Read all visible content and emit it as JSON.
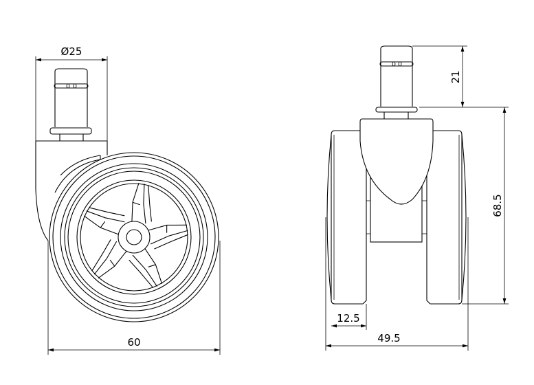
{
  "drawing": {
    "side_view": {
      "dimensions": {
        "stem_diameter": "Ø25",
        "overall_width": "60"
      }
    },
    "front_view": {
      "dimensions": {
        "stem_height": "21",
        "body_height": "68.5",
        "wheel_width": "12.5",
        "overall_width": "49.5"
      }
    },
    "spoke_count": 5,
    "line_color": "#000000"
  }
}
